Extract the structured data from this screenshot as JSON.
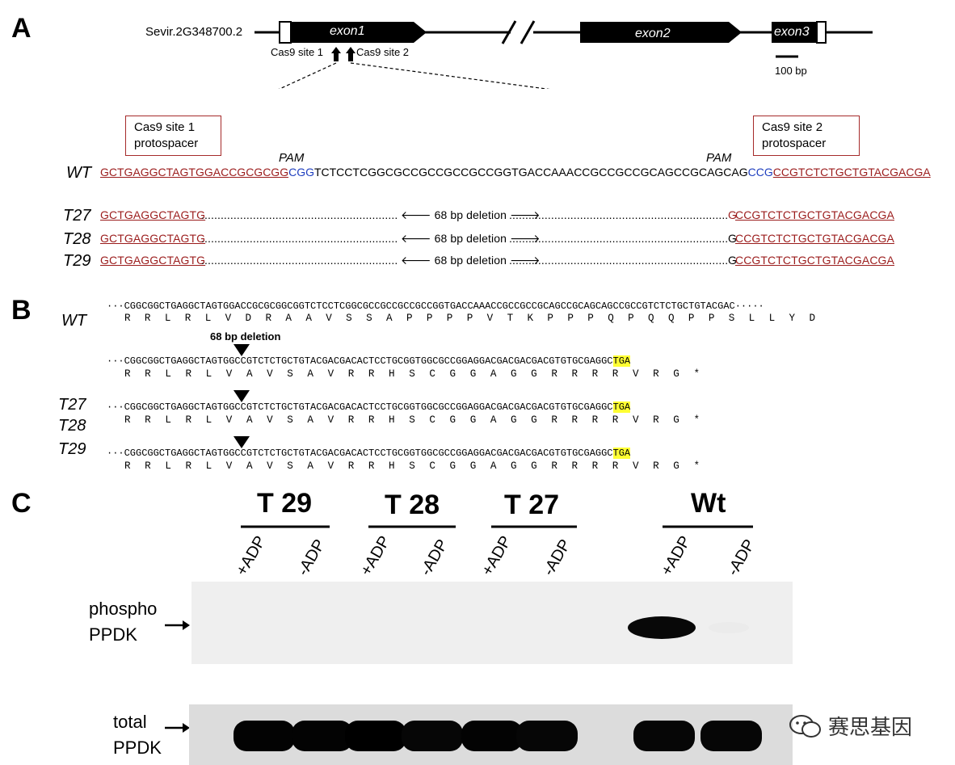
{
  "panels": {
    "a": "A",
    "b": "B",
    "c": "C"
  },
  "gene": {
    "name": "Sevir.2G348700.2",
    "exon1": "exon1",
    "exon2": "exon2",
    "exon3": "exon3",
    "site1": "Cas9 site 1",
    "site2": "Cas9 site 2",
    "scale": "100 bp",
    "box1_line1": "Cas9 site 1",
    "box1_line2": "protospacer",
    "box2_line1": "Cas9 site 2",
    "box2_line2": "protospacer",
    "pam": "PAM"
  },
  "panelA": {
    "wt_label": "WT",
    "wt_left": "GCTGAGGCTAGTGGACCGCGCGG",
    "wt_pam1": "CGG",
    "wt_mid": "TCTCCTCGGCGCCGCCGCCGCCGGTGACCAAACCGCCGCCGCAGCCGCAGCAG",
    "wt_pam2": "CCG",
    "wt_right": "CCGTCTCTGCTGTACGACGA",
    "rows": [
      {
        "label": "T27",
        "left": "GCTGAGGCTAGTG",
        "dots1": "....................................................................",
        "deletion": "68 bp deletion",
        "dots2": "...........................................................................",
        "g": "G",
        "right": "CCGTCTCTGCTGTACGACGA"
      },
      {
        "label": "T28",
        "left": "GCTGAGGCTAGTG",
        "dots1": "....................................................................",
        "deletion": "68 bp deletion",
        "dots2": "...........................................................................",
        "g": "G",
        "right": "CCGTCTCTGCTGTACGACGA"
      },
      {
        "label": "T29",
        "left": "GCTGAGGCTAGTG",
        "dots1": "....................................................................",
        "deletion": "68 bp deletion",
        "dots2": "...........................................................................",
        "g": "G",
        "right": "CCGTCTCTGCTGTACGACGA"
      }
    ]
  },
  "panelB": {
    "wt_label": "WT",
    "wt_nt": "···CGGCGGCTGAGGCTAGTGGACCGCGCGGCGGTCTCCTCGGCGCCGCCGCCGCCGGTGACCAAACCGCCGCCGCAGCCGCAGCAGCCGCCGTCTCTGCTGTACGAC·····",
    "wt_aa": "R  R  L  R  L  V  D  R  A  A  V  S  S  A  P  P  P  P  V  T  K  P  P  P  Q  P  Q  Q  P  P  S  L  L  Y  D",
    "deletion_label": "68 bp deletion",
    "mut_nt": "···CGGCGGCTGAGGCTAGTGGCCGTCTCTGCTGTACGACGACACTCCTGCGGTGGCGCCGGAGGACGACGACGACGTGTGCGAGGC",
    "stop": "TGA",
    "mut_aa": "R  R  L  R  L  V  A  V  S  A  V  R  R  H  S  C  G  G  A  G  G  R  R  R  R  V  R  G  *",
    "labels": [
      "T27",
      "T28",
      "T29"
    ]
  },
  "panelC": {
    "groups": [
      "T 29",
      "T 28",
      "T 27",
      "Wt"
    ],
    "lanes": [
      "+ADP",
      "-ADP",
      "+ADP",
      "-ADP",
      "+ADP",
      "-ADP",
      "+ADP",
      "-ADP"
    ],
    "phospho_line1": "phospho",
    "phospho_line2": "PPDK",
    "total_line1": "total",
    "total_line2": "PPDK",
    "arrow": "→",
    "phospho_levels": [
      0,
      0,
      0,
      0,
      0,
      0,
      1.0,
      0.08
    ],
    "total_levels": [
      0.95,
      0.95,
      1.0,
      0.9,
      0.95,
      0.9,
      0.9,
      0.9
    ]
  },
  "watermark": "赛思基因"
}
